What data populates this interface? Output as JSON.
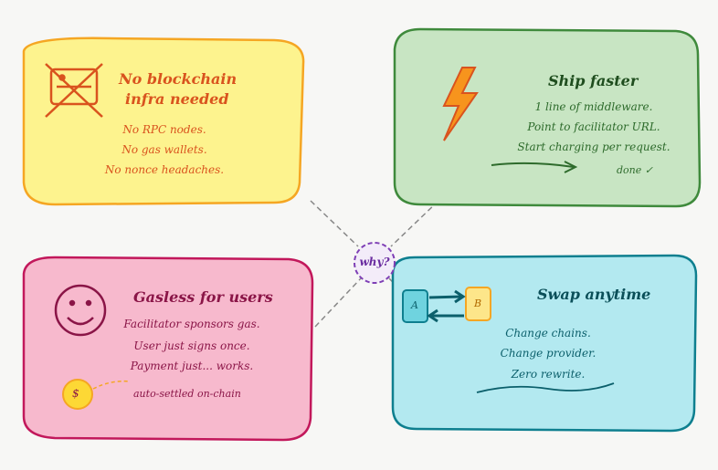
{
  "center": {
    "label": "why?"
  },
  "cards": {
    "infra": {
      "title_lines": [
        "No blockchain",
        "infra needed"
      ],
      "lines": [
        "No RPC nodes.",
        "No gas wallets.",
        "No nonce headaches."
      ],
      "color_fill": "#fdf38e",
      "color_stroke": "#f5a623",
      "color_text": "#d9531e"
    },
    "ship": {
      "title": "Ship faster",
      "lines": [
        "1 line of middleware.",
        "Point to facilitator URL.",
        "Start charging per request."
      ],
      "done": "done ✓",
      "color_fill": "#c8e5c3",
      "color_stroke": "#3f8a3c",
      "color_text": "#2e6b2c"
    },
    "gasless": {
      "title": "Gasless for users",
      "lines": [
        "Facilitator sponsors gas.",
        "User just signs once.",
        "Payment just... works."
      ],
      "coin_symbol": "$",
      "note": "auto-settled on-chain",
      "color_fill": "#f7b9cd",
      "color_stroke": "#c2185b",
      "color_text": "#8a1547"
    },
    "swap": {
      "title": "Swap anytime",
      "node_a": "A",
      "node_b": "B",
      "lines": [
        "Change chains.",
        "Change provider.",
        "Zero rewrite."
      ],
      "color_fill": "#b3e9f0",
      "color_stroke": "#0e7f8f",
      "color_text": "#0b5f6b"
    }
  }
}
